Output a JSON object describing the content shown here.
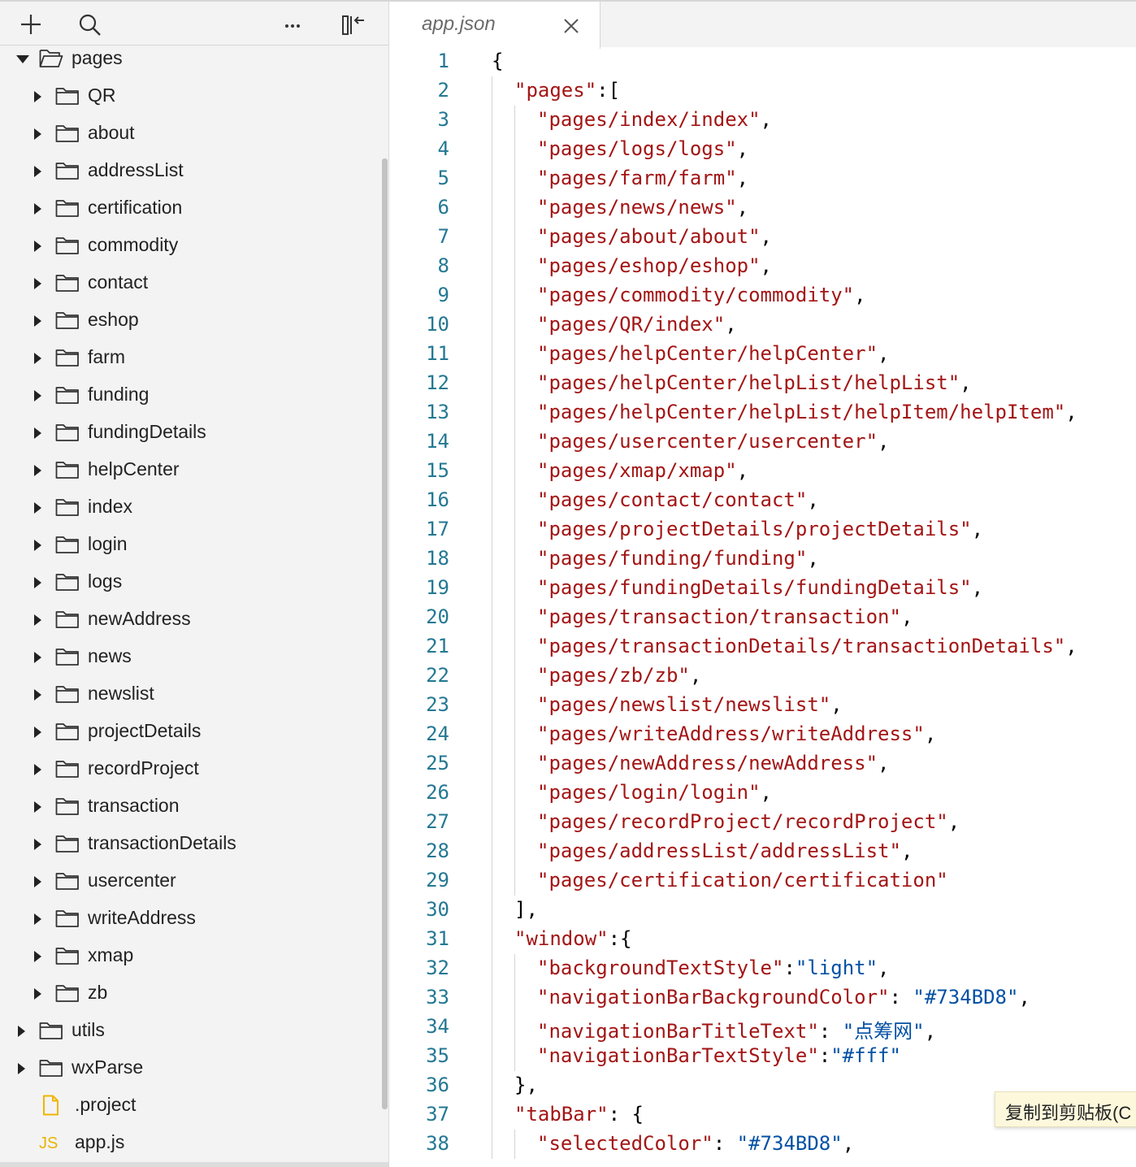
{
  "toolbar": {
    "add_icon": "plus-icon",
    "search_icon": "search-icon",
    "more_icon": "ellipsis-icon",
    "collapse_icon": "collapse-panel-icon"
  },
  "tree": [
    {
      "label": "pages",
      "depth": 0,
      "type": "folder",
      "expanded": true
    },
    {
      "label": "QR",
      "depth": 1,
      "type": "folder",
      "expanded": false
    },
    {
      "label": "about",
      "depth": 1,
      "type": "folder",
      "expanded": false
    },
    {
      "label": "addressList",
      "depth": 1,
      "type": "folder",
      "expanded": false
    },
    {
      "label": "certification",
      "depth": 1,
      "type": "folder",
      "expanded": false
    },
    {
      "label": "commodity",
      "depth": 1,
      "type": "folder",
      "expanded": false
    },
    {
      "label": "contact",
      "depth": 1,
      "type": "folder",
      "expanded": false
    },
    {
      "label": "eshop",
      "depth": 1,
      "type": "folder",
      "expanded": false
    },
    {
      "label": "farm",
      "depth": 1,
      "type": "folder",
      "expanded": false
    },
    {
      "label": "funding",
      "depth": 1,
      "type": "folder",
      "expanded": false
    },
    {
      "label": "fundingDetails",
      "depth": 1,
      "type": "folder",
      "expanded": false
    },
    {
      "label": "helpCenter",
      "depth": 1,
      "type": "folder",
      "expanded": false
    },
    {
      "label": "index",
      "depth": 1,
      "type": "folder",
      "expanded": false
    },
    {
      "label": "login",
      "depth": 1,
      "type": "folder",
      "expanded": false
    },
    {
      "label": "logs",
      "depth": 1,
      "type": "folder",
      "expanded": false
    },
    {
      "label": "newAddress",
      "depth": 1,
      "type": "folder",
      "expanded": false
    },
    {
      "label": "news",
      "depth": 1,
      "type": "folder",
      "expanded": false
    },
    {
      "label": "newslist",
      "depth": 1,
      "type": "folder",
      "expanded": false
    },
    {
      "label": "projectDetails",
      "depth": 1,
      "type": "folder",
      "expanded": false
    },
    {
      "label": "recordProject",
      "depth": 1,
      "type": "folder",
      "expanded": false
    },
    {
      "label": "transaction",
      "depth": 1,
      "type": "folder",
      "expanded": false
    },
    {
      "label": "transactionDetails",
      "depth": 1,
      "type": "folder",
      "expanded": false
    },
    {
      "label": "usercenter",
      "depth": 1,
      "type": "folder",
      "expanded": false
    },
    {
      "label": "writeAddress",
      "depth": 1,
      "type": "folder",
      "expanded": false
    },
    {
      "label": "xmap",
      "depth": 1,
      "type": "folder",
      "expanded": false
    },
    {
      "label": "zb",
      "depth": 1,
      "type": "folder",
      "expanded": false
    },
    {
      "label": "utils",
      "depth": 0,
      "type": "folder",
      "expanded": false
    },
    {
      "label": "wxParse",
      "depth": 0,
      "type": "folder",
      "expanded": false
    },
    {
      "label": ".project",
      "depth": 0,
      "type": "file",
      "icon": "file-icon"
    },
    {
      "label": "app.js",
      "depth": 0,
      "type": "js",
      "icon_text": "JS"
    }
  ],
  "editor": {
    "tab_title": "app.json",
    "close_icon": "close-icon",
    "lines": [
      {
        "n": "1",
        "indent": 0,
        "tokens": [
          [
            "p",
            "{"
          ]
        ]
      },
      {
        "n": "2",
        "indent": 1,
        "tokens": [
          [
            "s",
            "\"pages\""
          ],
          [
            "p",
            ":["
          ]
        ]
      },
      {
        "n": "3",
        "indent": 2,
        "tokens": [
          [
            "s",
            "\"pages/index/index\""
          ],
          [
            "p",
            ","
          ]
        ]
      },
      {
        "n": "4",
        "indent": 2,
        "tokens": [
          [
            "s",
            "\"pages/logs/logs\""
          ],
          [
            "p",
            ","
          ]
        ]
      },
      {
        "n": "5",
        "indent": 2,
        "tokens": [
          [
            "s",
            "\"pages/farm/farm\""
          ],
          [
            "p",
            ","
          ]
        ]
      },
      {
        "n": "6",
        "indent": 2,
        "tokens": [
          [
            "s",
            "\"pages/news/news\""
          ],
          [
            "p",
            ","
          ]
        ]
      },
      {
        "n": "7",
        "indent": 2,
        "tokens": [
          [
            "s",
            "\"pages/about/about\""
          ],
          [
            "p",
            ","
          ]
        ]
      },
      {
        "n": "8",
        "indent": 2,
        "tokens": [
          [
            "s",
            "\"pages/eshop/eshop\""
          ],
          [
            "p",
            ","
          ]
        ]
      },
      {
        "n": "9",
        "indent": 2,
        "tokens": [
          [
            "s",
            "\"pages/commodity/commodity\""
          ],
          [
            "p",
            ","
          ]
        ]
      },
      {
        "n": "10",
        "indent": 2,
        "tokens": [
          [
            "s",
            "\"pages/QR/index\""
          ],
          [
            "p",
            ","
          ]
        ]
      },
      {
        "n": "11",
        "indent": 2,
        "tokens": [
          [
            "s",
            "\"pages/helpCenter/helpCenter\""
          ],
          [
            "p",
            ","
          ]
        ]
      },
      {
        "n": "12",
        "indent": 2,
        "tokens": [
          [
            "s",
            "\"pages/helpCenter/helpList/helpList\""
          ],
          [
            "p",
            ","
          ]
        ]
      },
      {
        "n": "13",
        "indent": 2,
        "tokens": [
          [
            "s",
            "\"pages/helpCenter/helpList/helpItem/helpItem\""
          ],
          [
            "p",
            ","
          ]
        ]
      },
      {
        "n": "14",
        "indent": 2,
        "tokens": [
          [
            "s",
            "\"pages/usercenter/usercenter\""
          ],
          [
            "p",
            ","
          ]
        ]
      },
      {
        "n": "15",
        "indent": 2,
        "tokens": [
          [
            "s",
            "\"pages/xmap/xmap\""
          ],
          [
            "p",
            ","
          ]
        ]
      },
      {
        "n": "16",
        "indent": 2,
        "tokens": [
          [
            "s",
            "\"pages/contact/contact\""
          ],
          [
            "p",
            ","
          ]
        ]
      },
      {
        "n": "17",
        "indent": 2,
        "tokens": [
          [
            "s",
            "\"pages/projectDetails/projectDetails\""
          ],
          [
            "p",
            ","
          ]
        ]
      },
      {
        "n": "18",
        "indent": 2,
        "tokens": [
          [
            "s",
            "\"pages/funding/funding\""
          ],
          [
            "p",
            ","
          ]
        ]
      },
      {
        "n": "19",
        "indent": 2,
        "tokens": [
          [
            "s",
            "\"pages/fundingDetails/fundingDetails\""
          ],
          [
            "p",
            ","
          ]
        ]
      },
      {
        "n": "20",
        "indent": 2,
        "tokens": [
          [
            "s",
            "\"pages/transaction/transaction\""
          ],
          [
            "p",
            ","
          ]
        ]
      },
      {
        "n": "21",
        "indent": 2,
        "tokens": [
          [
            "s",
            "\"pages/transactionDetails/transactionDetails\""
          ],
          [
            "p",
            ","
          ]
        ]
      },
      {
        "n": "22",
        "indent": 2,
        "tokens": [
          [
            "s",
            "\"pages/zb/zb\""
          ],
          [
            "p",
            ","
          ]
        ]
      },
      {
        "n": "23",
        "indent": 2,
        "tokens": [
          [
            "s",
            "\"pages/newslist/newslist\""
          ],
          [
            "p",
            ","
          ]
        ]
      },
      {
        "n": "24",
        "indent": 2,
        "tokens": [
          [
            "s",
            "\"pages/writeAddress/writeAddress\""
          ],
          [
            "p",
            ","
          ]
        ]
      },
      {
        "n": "25",
        "indent": 2,
        "tokens": [
          [
            "s",
            "\"pages/newAddress/newAddress\""
          ],
          [
            "p",
            ","
          ]
        ]
      },
      {
        "n": "26",
        "indent": 2,
        "tokens": [
          [
            "s",
            "\"pages/login/login\""
          ],
          [
            "p",
            ","
          ]
        ]
      },
      {
        "n": "27",
        "indent": 2,
        "tokens": [
          [
            "s",
            "\"pages/recordProject/recordProject\""
          ],
          [
            "p",
            ","
          ]
        ]
      },
      {
        "n": "28",
        "indent": 2,
        "tokens": [
          [
            "s",
            "\"pages/addressList/addressList\""
          ],
          [
            "p",
            ","
          ]
        ]
      },
      {
        "n": "29",
        "indent": 2,
        "tokens": [
          [
            "s",
            "\"pages/certification/certification\""
          ]
        ]
      },
      {
        "n": "30",
        "indent": 1,
        "tokens": [
          [
            "p",
            "],"
          ]
        ]
      },
      {
        "n": "31",
        "indent": 1,
        "tokens": [
          [
            "s",
            "\"window\""
          ],
          [
            "p",
            ":{"
          ]
        ]
      },
      {
        "n": "32",
        "indent": 2,
        "tokens": [
          [
            "s",
            "\"backgroundTextStyle\""
          ],
          [
            "p",
            ":"
          ],
          [
            "v",
            "\"light\""
          ],
          [
            "p",
            ","
          ]
        ]
      },
      {
        "n": "33",
        "indent": 2,
        "tokens": [
          [
            "s",
            "\"navigationBarBackgroundColor\""
          ],
          [
            "p",
            ": "
          ],
          [
            "v",
            "\"#734BD8\""
          ],
          [
            "p",
            ","
          ]
        ]
      },
      {
        "n": "34",
        "indent": 2,
        "tokens": [
          [
            "s",
            "\"navigationBarTitleText\""
          ],
          [
            "p",
            ": "
          ],
          [
            "v",
            "\"点筹网\""
          ],
          [
            "p",
            ","
          ]
        ]
      },
      {
        "n": "35",
        "indent": 2,
        "tokens": [
          [
            "s",
            "\"navigationBarTextStyle\""
          ],
          [
            "p",
            ":"
          ],
          [
            "v",
            "\"#fff\""
          ]
        ]
      },
      {
        "n": "36",
        "indent": 1,
        "tokens": [
          [
            "p",
            "},"
          ]
        ]
      },
      {
        "n": "37",
        "indent": 1,
        "tokens": [
          [
            "s",
            "\"tabBar\""
          ],
          [
            "p",
            ": {"
          ]
        ]
      },
      {
        "n": "38",
        "indent": 2,
        "tokens": [
          [
            "s",
            "\"selectedColor\""
          ],
          [
            "p",
            ": "
          ],
          [
            "v",
            "\"#734BD8\""
          ],
          [
            "p",
            ","
          ]
        ]
      }
    ]
  },
  "tooltip": {
    "text": "复制到剪贴板(C"
  },
  "colors": {
    "line_number": "#237893",
    "string_key": "#a31515",
    "string_value": "#0451a5",
    "js_badge": "#e8b400",
    "file_icon": "#f0b400"
  }
}
